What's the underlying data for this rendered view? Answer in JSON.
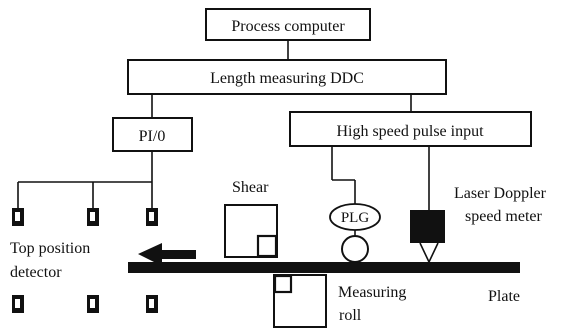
{
  "diagram": {
    "process_computer": "Process computer",
    "length_ddc": "Length measuring DDC",
    "pio": "PI/0",
    "high_speed_pulse": "High speed pulse input",
    "shear": "Shear",
    "plg": "PLG",
    "laser_line1": "Laser Doppler",
    "laser_line2": "speed meter",
    "top_position_line1": "Top position",
    "top_position_line2": "detector",
    "measuring_line1": "Measuring",
    "measuring_line2": "roll",
    "plate": "Plate"
  }
}
